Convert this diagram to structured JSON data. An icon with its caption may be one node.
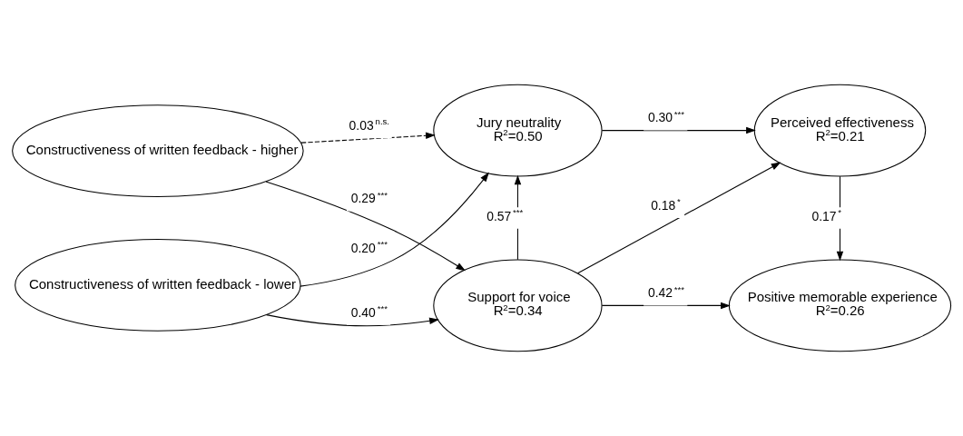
{
  "diagram": {
    "nodes": [
      {
        "text": [
          "Constructiveness of written feedback - higher"
        ]
      },
      {
        "text": [
          "Jury neutrality",
          "R$^{2}$=0.50"
        ]
      },
      {
        "text": [
          "Perceived effectiveness",
          "R$^{2}$=0.21"
        ]
      },
      {
        "text": [
          "Constructiveness of written feedback - lower"
        ]
      },
      {
        "text": [
          "Support for voice",
          "R$^{2}$=0.34"
        ]
      },
      {
        "text": [
          "Positive memorable experience",
          "R$^{2}$=0.26"
        ]
      }
    ],
    "edges": [
      {
        "from": 0,
        "to": 1,
        "arrow": "to",
        "label": "0.03$^{n.s.}$",
        "style": "dashed"
      },
      {
        "from": 1,
        "to": 2,
        "arrow": "to",
        "label": "0.30$^{***}$"
      },
      {
        "from": 0,
        "to": 4,
        "arrow": "to",
        "label": "0.29$^{***}$"
      },
      {
        "from": 3,
        "to": 1,
        "arrow": "to",
        "label": "0.20$^{***}$"
      },
      {
        "from": 4,
        "to": 1,
        "arrow": "to",
        "label": "0.57$^{***}$"
      },
      {
        "from": 4,
        "to": 2,
        "arrow": "to",
        "label": "0.18$^{*}$"
      },
      {
        "from": 2,
        "to": 5,
        "arrow": "to",
        "label": "0.17$^{*}$"
      },
      {
        "from": 3,
        "to": 4,
        "arrow": "to",
        "label": "0.40$^{***}$"
      },
      {
        "from": 4,
        "to": 5,
        "arrow": "to",
        "label": "0.42$^{***}$"
      }
    ]
  }
}
